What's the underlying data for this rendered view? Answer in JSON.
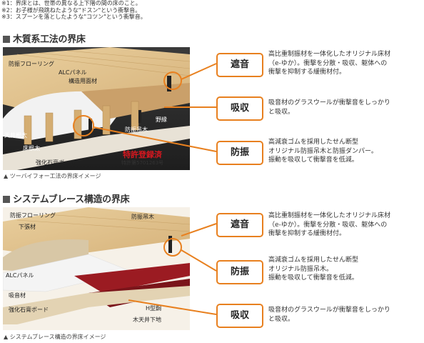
{
  "notes": [
    "※1：界床とは、世帯の異なる上下階の間の床のこと。",
    "※2：お子様が飛跳ねたような\"ドスン\"という衝撃音。",
    "※3：スプーンを落としたような\"コツン\"という衝撃音。"
  ],
  "section1": {
    "title": "木質系工法の界床",
    "caption": "▲ ツーバイフォー工法の界床イメージ",
    "labels": {
      "flooring": "防振フローリング",
      "alc": "ALCパネル",
      "structural": "構造用面材",
      "ceiling_joist": "天井根太",
      "floor_joist": "床根太",
      "hanger": "防振吊木",
      "nobuchi": "野縁",
      "gypsum": "強化石膏ボード"
    },
    "patent": "特許登録済",
    "patent_no": "特許第5701263号",
    "badges": [
      "遮音",
      "吸収",
      "防振"
    ],
    "descs": [
      [
        "高比重制振材を一体化したオリジナル床材",
        "（e-ゆか）。衝撃を分散・吸収、躯体への",
        "衝撃を抑制する緩衝材付。"
      ],
      [
        "吸音材のグラスウールが衝撃音をしっかり",
        "と吸収。"
      ],
      [
        "高減衰ゴムを採用したせん断型",
        "オリジナル防振吊木と防振ダンパー。",
        "振動を吸収して衝撃音を低減。"
      ]
    ]
  },
  "section2": {
    "title": "システムブレース構造の界床",
    "caption": "▲ システムブレース構造の界床イメージ",
    "labels": {
      "flooring": "防振フローリング",
      "subfloor": "下張材",
      "hanger": "防振吊木",
      "alc": "ALCパネル",
      "absorber": "吸音材",
      "gypsum": "強化石膏ボード",
      "hbeam": "H型鋼",
      "ceiling": "木天井下地"
    },
    "badges": [
      "遮音",
      "防振",
      "吸収"
    ],
    "descs": [
      [
        "高比重制振材を一体化したオリジナル床材",
        "（e-ゆか）。衝撃を分散・吸収、躯体への",
        "衝撃を抑制する緩衝材付。"
      ],
      [
        "高減衰ゴムを採用したせん断型",
        "オリジナル防振吊木。",
        "振動を吸収して衝撃音を低減。"
      ],
      [
        "吸音材のグラスウールが衝撃音をしっかり",
        "と吸収。"
      ]
    ]
  },
  "colors": {
    "accent": "#e8801f",
    "patent": "#d8171f",
    "panel": "#2b2b2b"
  }
}
